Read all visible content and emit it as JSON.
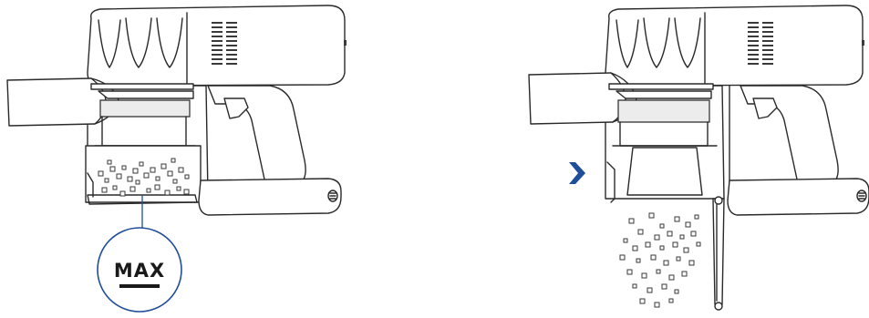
{
  "illustration": {
    "left_panel": {
      "name": "bin-full-illustration",
      "callout": {
        "label": "MAX"
      }
    },
    "right_panel": {
      "name": "bin-emptying-illustration",
      "arrow_icon": "chevron-right-icon"
    },
    "colors": {
      "line": "#2a2a2a",
      "accent": "#1f4e9a",
      "background": "#ffffff"
    }
  }
}
